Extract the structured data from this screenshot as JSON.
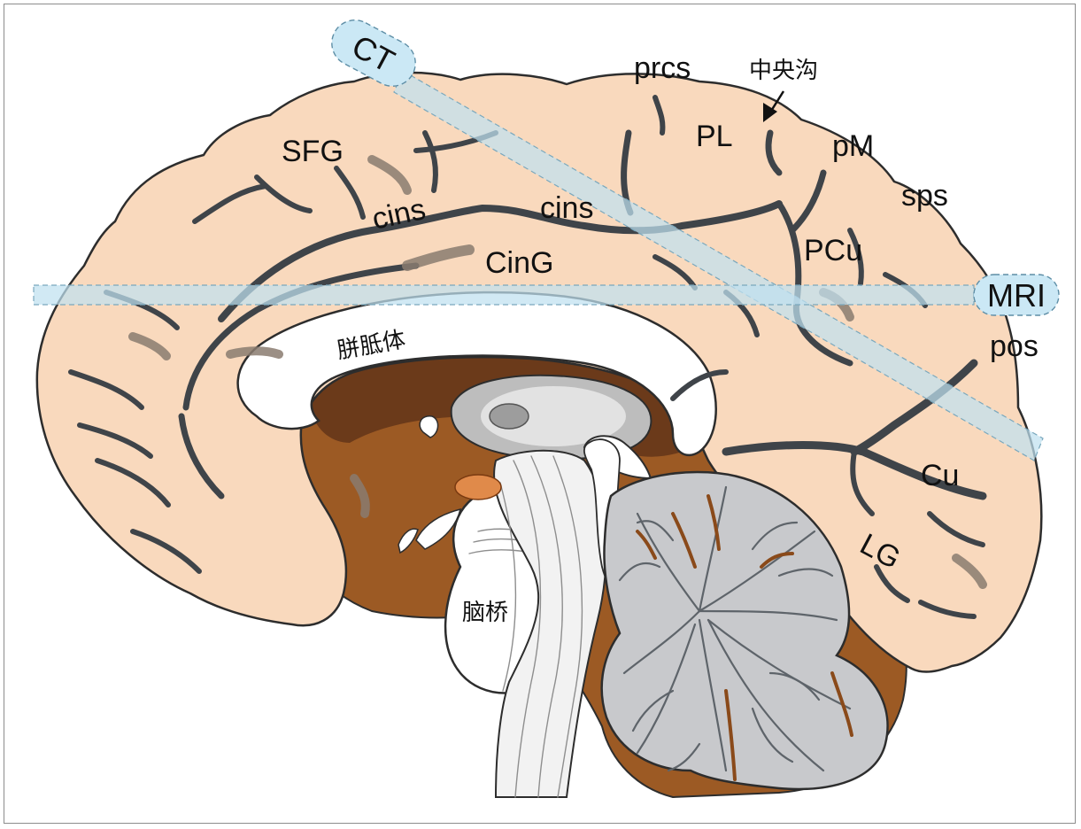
{
  "figure": {
    "labels": {
      "prcs": "prcs",
      "central_sulcus": "中央沟",
      "pl": "PL",
      "pm": "pM",
      "sfg": "SFG",
      "sps": "sps",
      "cins_left": "cins",
      "cins_right": "cins",
      "pcu": "PCu",
      "cing": "CinG",
      "corpus_callosum": "胼胝体",
      "pos": "pos",
      "cu": "Cu",
      "lg": "LG",
      "pons": "脑桥"
    },
    "planes": {
      "ct": "CT",
      "mri": "MRI"
    },
    "colors": {
      "cortex": "#f9d9bd",
      "sulcus": "#3f4449",
      "brainstem": "#9c5a24",
      "dark_brown": "#6b3a1a",
      "cerebellum": "#c8c9cc",
      "scan_plane": "#bfe1f0"
    }
  }
}
